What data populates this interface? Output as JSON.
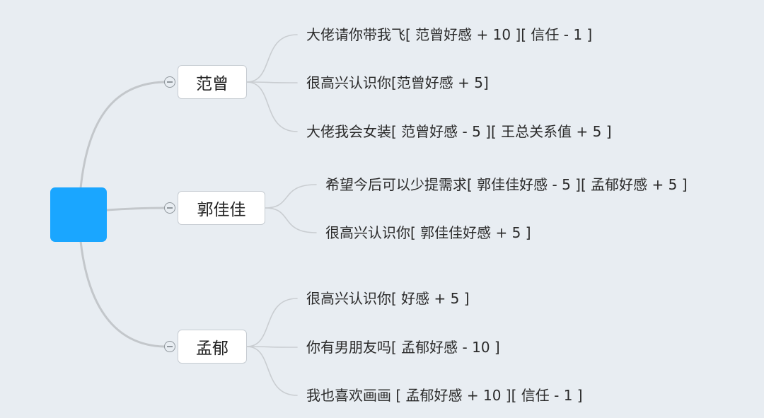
{
  "root": {
    "label": ""
  },
  "branches": [
    {
      "label": "范曾",
      "leaves": [
        "大佬请你带我飞[ 范曾好感 + 10 ][ 信任 - 1 ]",
        "很高兴认识你[范曾好感 + 5]",
        "大佬我会女装[ 范曾好感 - 5 ][ 王总关系值 + 5 ]"
      ]
    },
    {
      "label": "郭佳佳",
      "leaves": [
        "希望今后可以少提需求[ 郭佳佳好感 - 5 ][ 孟郁好感 + 5 ]",
        "很高兴认识你[ 郭佳佳好感 + 5 ]"
      ]
    },
    {
      "label": "孟郁",
      "leaves": [
        "很高兴认识你[ 好感 + 5 ]",
        "你有男朋友吗[ 孟郁好感 - 10 ]",
        "我也喜欢画画 [ 孟郁好感 + 10 ][ 信任 - 1 ]"
      ]
    }
  ],
  "colors": {
    "background": "#e8edf2",
    "root": "#1aa6ff",
    "branch_line": "#c3c7cb",
    "leaf_line": "#c9cdd1"
  }
}
